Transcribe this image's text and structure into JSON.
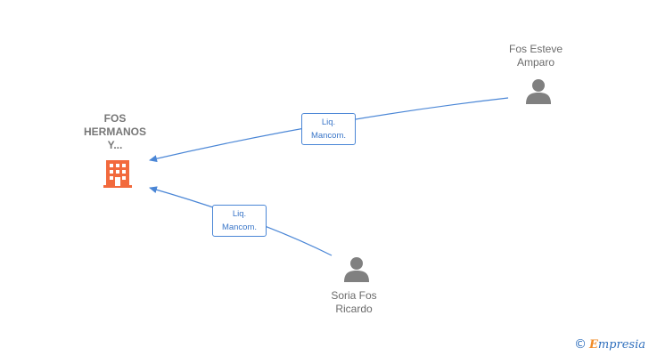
{
  "company": {
    "name_lines": [
      "FOS",
      "HERMANOS",
      "Y..."
    ],
    "icon": "building-icon",
    "color": "#f26a3d"
  },
  "persons": [
    {
      "id": "fos-esteve-amparo",
      "name_lines": [
        "Fos Esteve",
        "Amparo"
      ],
      "icon": "person-icon"
    },
    {
      "id": "soria-fos-ricardo",
      "name_lines": [
        "Soria Fos",
        "Ricardo"
      ],
      "icon": "person-icon"
    }
  ],
  "edges": [
    {
      "from": "fos-esteve-amparo",
      "to": "company",
      "label_lines": [
        "Liq.",
        "Mancom."
      ]
    },
    {
      "from": "soria-fos-ricardo",
      "to": "company",
      "label_lines": [
        "Liq.",
        "Mancom."
      ]
    }
  ],
  "colors": {
    "edge": "#4a86d6",
    "person": "#808080"
  },
  "watermark": {
    "copyright": "©",
    "brand_initial": "E",
    "brand_rest": "mpresia"
  }
}
